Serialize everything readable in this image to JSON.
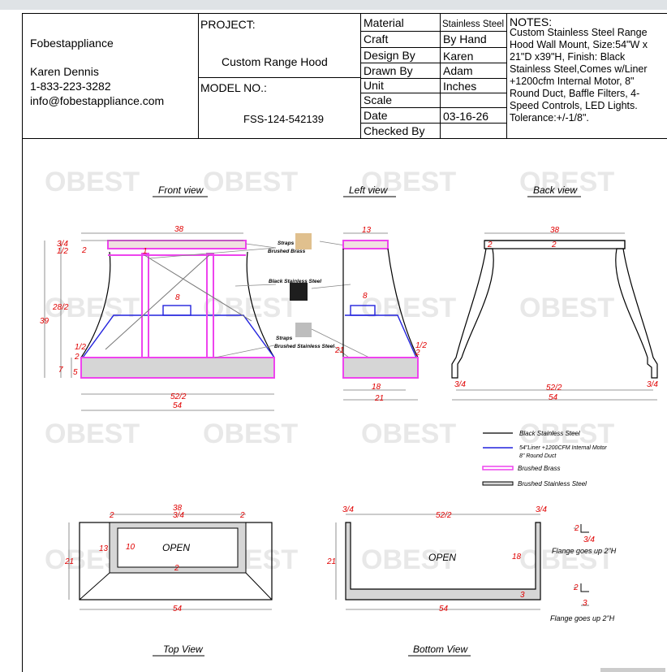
{
  "company": {
    "name": "Fobestappliance",
    "contact_name": "Karen Dennis",
    "phone": "1-833-223-3282",
    "email": "info@fobestappliance.com"
  },
  "project": {
    "project_label": "PROJECT:",
    "project_value": "Custom Range Hood",
    "model_label": "MODEL NO.:",
    "model_value": "FSS-124-542139"
  },
  "specs": [
    {
      "label": "Material",
      "value": "Stainless Steel"
    },
    {
      "label": "Craft",
      "value": "By Hand"
    },
    {
      "label": "Design By",
      "value": "Karen"
    },
    {
      "label": "Drawn By",
      "value": "Adam"
    },
    {
      "label": "Unit",
      "value": "Inches"
    },
    {
      "label": "Scale",
      "value": ""
    },
    {
      "label": "Date",
      "value": "03-16-26"
    },
    {
      "label": "Checked By",
      "value": ""
    }
  ],
  "notes": {
    "title": "NOTES:",
    "body": "Custom Stainless Steel Range Hood Wall Mount, Size:54\"W x 21\"D x39\"H, Finish: Black Stainless Steel,Comes w/Liner +1200cfm Internal Motor, 8\" Round Duct, Baffle Filters, 4-Speed Controls, LED Lights. Tolerance:+/-1/8\"."
  },
  "views": {
    "front": "Front view",
    "left": "Left view",
    "back": "Back view",
    "top": "Top View",
    "bottom": "Bottom View"
  },
  "callouts": {
    "straps_brass": [
      "Straps",
      "Brushed Brass"
    ],
    "black_ss": "Black Stainless Steel",
    "straps_ss": [
      "Straps",
      "Brushed Stainless Steel"
    ]
  },
  "legend": [
    {
      "label": "Black Stainless Steel",
      "color": "#000000"
    },
    {
      "label": "54\"Liner +1200CFM Internal Motor",
      "label2": "8\" Round Duct",
      "color": "#2222dd"
    },
    {
      "label": "Brushed Brass",
      "color": "#ee44ee"
    },
    {
      "label": "Brushed Stainless Steel",
      "color": "#c8c8c8"
    }
  ],
  "swatches": {
    "brass": "#e0c08e",
    "black": "#1e1e1e",
    "steel": "#bdbdbd"
  },
  "watermark": "OBEST",
  "dims": {
    "front": {
      "top": "38",
      "a": "3/4",
      "b": "1/2",
      "c": "2",
      "one": "1",
      "h1": "28/2",
      "h2": "39",
      "duct": "8",
      "s1": "1/2",
      "s2": "2",
      "s3": "7",
      "s4": "5",
      "bottom1": "52/2",
      "bottom2": "54"
    },
    "left": {
      "top": "13",
      "duct": "8",
      "d1": "21",
      "d2": "1/2",
      "d3": "2",
      "bottom": "18",
      "bottom2": "21"
    },
    "back": {
      "top": "38",
      "t1": "2",
      "t2": "2",
      "b1": "3/4",
      "b2": "3/4",
      "b3": "52/2",
      "b4": "54"
    },
    "topv": {
      "t1": "38",
      "t2": "3/4",
      "a": "2",
      "b": "2",
      "c": "13",
      "d": "10",
      "e": "2",
      "depth": "21",
      "width": "54",
      "open": "OPEN"
    },
    "bottomv": {
      "a": "3/4",
      "b": "52/2",
      "c": "3/4",
      "open": "OPEN",
      "depth": "21",
      "h": "18",
      "t": "3",
      "width": "54"
    },
    "flange": {
      "a": "2",
      "b": "3/4",
      "text1": "Flange goes up 2\"H",
      "c": "2",
      "d": "3",
      "text2": "Flange goes up 2\"H"
    }
  }
}
